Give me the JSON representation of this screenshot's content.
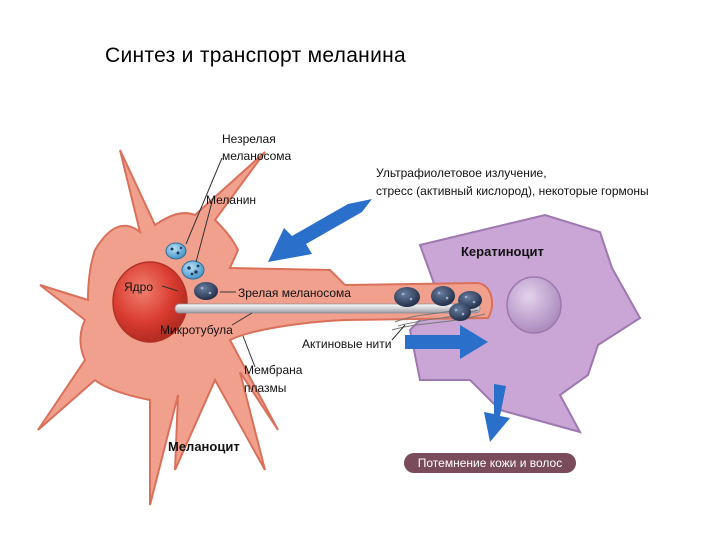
{
  "title": "Синтез и транспорт меланина",
  "labels": {
    "immature_melanosome_1": "Незрелая",
    "immature_melanosome_2": "меланосома",
    "melanin": "Меланин",
    "uv_1": "Ультрафиолетовое излучение,",
    "uv_2": "стресс (активный кислород), некоторые гормоны",
    "keratinocyte": "Кератиноцит",
    "nucleus": "Ядро",
    "mature_melanosome": "Зрелая меланосома",
    "microtubule": "Микротубула",
    "actin": "Актиновые нити",
    "membrane_1": "Мембрана",
    "membrane_2": "плазмы",
    "melanocyte": "Меланоцит",
    "darkening": "Потемнение кожи и волос"
  },
  "colors": {
    "melanocyte_body": "#f2a08e",
    "melanocyte_outline": "#d9705a",
    "nucleus": "#d83a2e",
    "keratinocyte_body": "#c9a6d6",
    "keratinocyte_outline": "#9e78b0",
    "keratinocyte_nucleus": "#b58fc7",
    "arrow_blue": "#2a6fc9",
    "badge_bg": "#7a4b5a"
  }
}
